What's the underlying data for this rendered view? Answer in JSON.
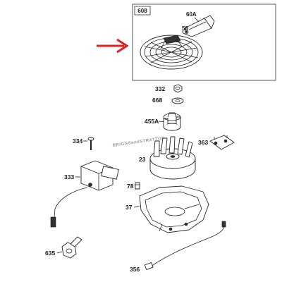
{
  "kit": {
    "number": "608",
    "parts": [
      "60A",
      "58"
    ]
  },
  "watermark": "BRIGGSandSTRATTON",
  "callouts": {
    "p332": "332",
    "p668": "668",
    "p455A": "455A",
    "p363": "363",
    "p334": "334",
    "p23": "23",
    "p333": "333",
    "p78": "78",
    "p37": "37",
    "p635": "635",
    "p356": "356"
  },
  "colors": {
    "arrow": "#e02020",
    "kit_border": "#555555",
    "line": "#222222"
  }
}
